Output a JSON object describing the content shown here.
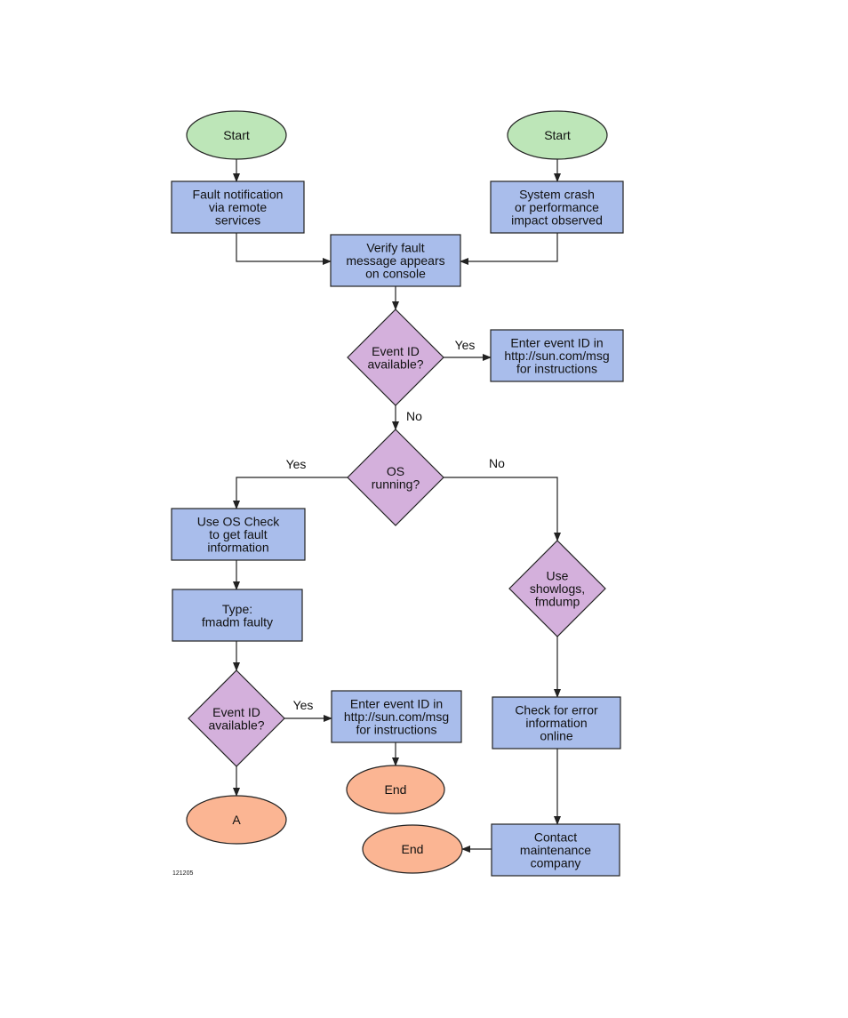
{
  "colors": {
    "start": "#bde6b8",
    "process": "#a9bdeb",
    "decision": "#d4b0dc",
    "end": "#fbb593",
    "stroke": "#222222"
  },
  "nodes": [
    {
      "id": "start-left",
      "type": "start",
      "lines": [
        "Start"
      ]
    },
    {
      "id": "start-right",
      "type": "start",
      "lines": [
        "Start"
      ]
    },
    {
      "id": "fault-notification",
      "type": "process",
      "lines": [
        "Fault notification",
        "via remote",
        "services"
      ]
    },
    {
      "id": "system-crash",
      "type": "process",
      "lines": [
        "System crash",
        "or performance",
        "impact observed"
      ]
    },
    {
      "id": "verify-fault",
      "type": "process",
      "lines": [
        "Verify fault",
        "message appears",
        "on console"
      ]
    },
    {
      "id": "event-id-available-1",
      "type": "decision",
      "lines": [
        "Event ID",
        "available?"
      ]
    },
    {
      "id": "enter-event-id-1",
      "type": "process",
      "lines": [
        "Enter event ID in",
        "http://sun.com/msg",
        "for instructions"
      ]
    },
    {
      "id": "os-running",
      "type": "decision",
      "lines": [
        "OS",
        "running?"
      ]
    },
    {
      "id": "use-os-check",
      "type": "process",
      "lines": [
        "Use OS Check",
        "to get fault",
        "information"
      ]
    },
    {
      "id": "type-fmadm",
      "type": "process",
      "lines": [
        "Type:",
        "fmadm faulty"
      ]
    },
    {
      "id": "event-id-available-2",
      "type": "decision",
      "lines": [
        "Event ID",
        "available?"
      ]
    },
    {
      "id": "enter-event-id-2",
      "type": "process",
      "lines": [
        "Enter event ID in",
        "http://sun.com/msg",
        "for instructions"
      ]
    },
    {
      "id": "end-1",
      "type": "end",
      "lines": [
        "End"
      ]
    },
    {
      "id": "connector-a",
      "type": "end",
      "lines": [
        "A"
      ]
    },
    {
      "id": "use-showlogs",
      "type": "decision",
      "lines": [
        "Use",
        "showlogs,",
        "fmdump"
      ]
    },
    {
      "id": "check-error-online",
      "type": "process",
      "lines": [
        "Check for error",
        "information",
        "online"
      ]
    },
    {
      "id": "contact-maintenance",
      "type": "process",
      "lines": [
        "Contact",
        "maintenance",
        "company"
      ]
    },
    {
      "id": "end-2",
      "type": "end",
      "lines": [
        "End"
      ]
    }
  ],
  "edge_labels": {
    "yes1": "Yes",
    "no1": "No",
    "yes2": "Yes",
    "no2": "No",
    "yes3": "Yes"
  },
  "figure_id": "121205"
}
